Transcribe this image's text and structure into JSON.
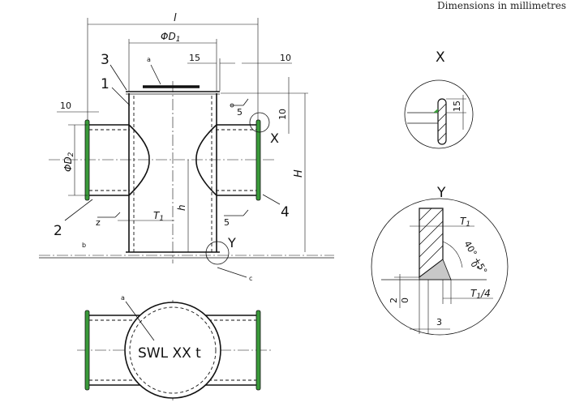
{
  "caption": "Dimensions in millimetres",
  "colors": {
    "weld_green": "#3a9a3a",
    "ink": "#111111",
    "fill_grey": "#c8c8c8"
  },
  "main_view": {
    "dim_l": "l",
    "dim_D1": "ΦD",
    "dim_D1_sub": "1",
    "dim_D2": "ΦD",
    "dim_D2_sub": "2",
    "dim_15_top": "15",
    "dim_10_top": "10",
    "dim_10_left": "10",
    "dim_10_right": "10",
    "dim_H": "H",
    "dim_h": "h",
    "dim_T1": "T",
    "dim_T1_sub": "1",
    "weld_5_upper": "5",
    "weld_5_lower": "5",
    "weld_z": "z",
    "label_a": "a",
    "label_b": "b",
    "label_c": "c",
    "label_X": "X",
    "label_Y": "Y",
    "item_1": "1",
    "item_2": "2",
    "item_3": "3",
    "item_4": "4"
  },
  "detail_X": {
    "title": "X",
    "dim_15": "15"
  },
  "detail_Y": {
    "title": "Y",
    "dim_T1": "T",
    "dim_T1_sub": "1",
    "angle": "40° +5°",
    "angle_lower": "0°",
    "dim_T1_4": "T",
    "dim_T1_4_sub": "1",
    "dim_T1_4_suffix": "/4",
    "dim_2": "2",
    "dim_0": "0",
    "dim_3": "3"
  },
  "plan_view": {
    "label_a": "a",
    "marking": "SWL XX t"
  }
}
